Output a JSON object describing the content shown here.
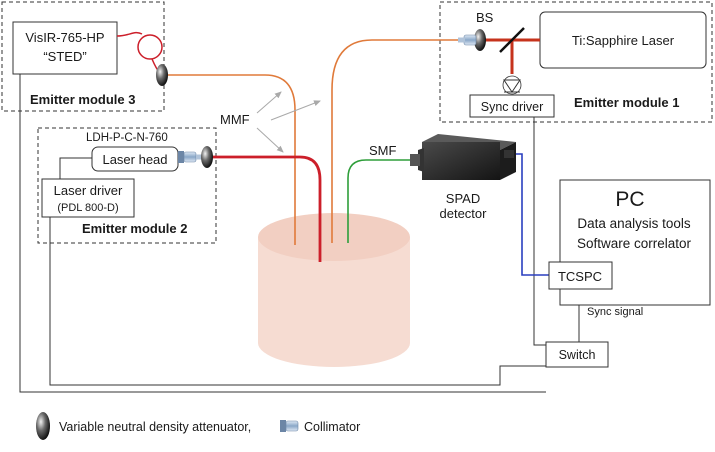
{
  "modules": {
    "m3": {
      "device_line1": "VisIR-765-HP",
      "device_line2": "“STED”",
      "label": "Emitter module 3"
    },
    "m1": {
      "bs_label": "BS",
      "laser_label": "Ti:Sapphire Laser",
      "sync_driver_label": "Sync driver",
      "label": "Emitter module 1"
    },
    "m2": {
      "model_label": "LDH-P-C-N-760",
      "laser_head_label": "Laser head",
      "driver_line1": "Laser driver",
      "driver_line2": "(PDL 800-D)",
      "label": "Emitter module 2"
    }
  },
  "fibers": {
    "mmf_label": "MMF",
    "smf_label": "SMF"
  },
  "detector": {
    "line1": "SPAD",
    "line2": "detector"
  },
  "pc": {
    "title": "PC",
    "line1": "Data analysis tools",
    "line2": "Software correlator",
    "tcspc_label": "TCSPC"
  },
  "sync_signal_label": "Sync signal",
  "switch_label": "Switch",
  "legend": {
    "attenuator_text": "Variable neutral density attenuator,",
    "collimator_text": "Collimator"
  },
  "colors": {
    "orange_fiber": "#e07a3a",
    "red_fiber": "#cc1f2a",
    "green_fiber": "#2e9e3a",
    "blue_cable": "#2a3fbf",
    "laser_beam": "#c6331c",
    "phantom": "#f6dcd2"
  }
}
